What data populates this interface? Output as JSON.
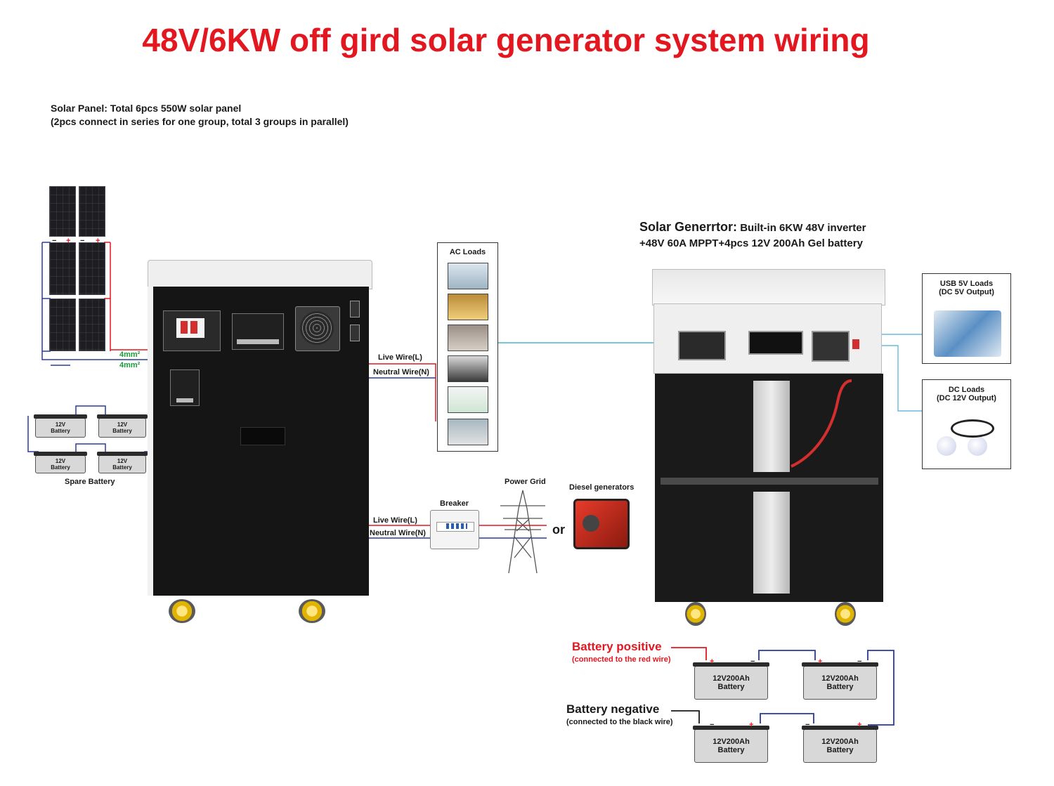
{
  "title": "48V/6KW off gird solar generator system wiring",
  "solar_note": {
    "line1": "Solar Panel: Total 6pcs 550W solar panel",
    "line2": "(2pcs connect in series for one group, total 3 groups in parallel)"
  },
  "generator_note": {
    "line1_label": "Solar Generrtor:",
    "line1_text": "Built-in 6KW 48V inverter",
    "line2": "+48V 60A MPPT+4pcs 12V 200Ah Gel battery"
  },
  "wires": {
    "cable_top": "4mm²",
    "cable_bottom": "4mm²",
    "live_ac": "Live Wire(L)",
    "neutral_ac": "Neutral Wire(N)",
    "live_grid": "Live Wire(L)",
    "neutral_grid": "Neutral Wire(N)"
  },
  "panel_signs": {
    "plus": "+",
    "minus": "−"
  },
  "ac_loads": {
    "title": "AC Loads",
    "items": [
      "fan",
      "lamp",
      "laptop",
      "cooker",
      "air-conditioner",
      "refrigerator"
    ]
  },
  "spare": {
    "battery_label_1": "12V",
    "battery_label_2": "Battery",
    "caption": "Spare Battery"
  },
  "grid": {
    "breaker": "Breaker",
    "power_grid": "Power Grid",
    "or": "or",
    "diesel": "Diesel generators"
  },
  "usb_loads": {
    "title": "USB 5V Loads",
    "subtitle": "(DC 5V Output)"
  },
  "dc_loads": {
    "title": "DC Loads",
    "subtitle": "(DC 12V Output)"
  },
  "battery_bank": {
    "positive_title": "Battery positive",
    "positive_sub": "(connected to the red wire)",
    "negative_title": "Battery negative",
    "negative_sub": "(connected to the black wire)",
    "cell_line1": "12V200Ah",
    "cell_line2": "Battery"
  },
  "colors": {
    "title_red": "#e3171f",
    "live_wire": "#e3171f",
    "neutral_wire": "#2a3a9a",
    "ac_link": "#4ab0d0",
    "cable_label": "#1a9c3a"
  }
}
